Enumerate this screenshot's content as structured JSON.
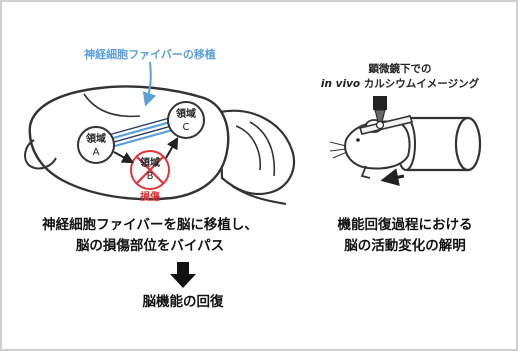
{
  "diagram": {
    "labels": {
      "fiber_transplant": "神経細胞ファイバーの移植",
      "region_a_top": "領域",
      "region_a_letter": "A",
      "region_b_top": "領域",
      "region_b_letter": "B",
      "region_c_top": "領域",
      "region_c_letter": "C",
      "damage": "損傷",
      "microscope_line1": "顕微鏡下での",
      "microscope_line2_italic": "in vivo",
      "microscope_line2_rest": " カルシウムイメージング"
    },
    "captions": {
      "left_line1": "神経細胞ファイバーを脳に移植し、",
      "left_line2": "脳の損傷部位をバイパス",
      "result": "脳機能の回復",
      "right_line1": "機能回復過程における",
      "right_line2": "脳の活動変化の解明"
    },
    "colors": {
      "fiber_blue": "#5aa0d8",
      "fiber_dark": "#2a3f66",
      "damage_red": "#e0343a",
      "outline": "#333333",
      "frame": "#cfcfcf"
    },
    "icons": [
      "brain-illustration",
      "mouse-illustration",
      "microscope-objective-icon",
      "down-arrow-icon"
    ]
  }
}
